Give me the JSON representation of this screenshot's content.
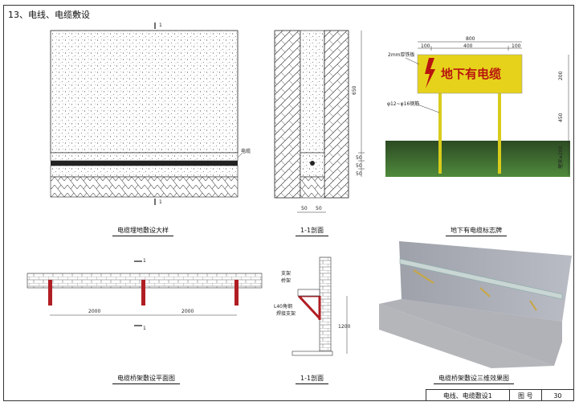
{
  "section_title": "13、电线、电缆敷设",
  "captions": {
    "burial_detail": "电缆埋地敷设大样",
    "section_1": "1-1剖面",
    "marker_3d": "地下有电缆标志牌",
    "bracket_plan": "电缆桥架敷设平面图",
    "section_2": "1-1剖面",
    "bracket_3d": "电缆桥架敷设三维效果图"
  },
  "burial_detail": {
    "cable_label": "电缆",
    "section_mark": "1"
  },
  "section_1": {
    "dim_650": "650",
    "dim_50a": "50",
    "dim_50b": "50",
    "dim_50c": "50",
    "bottom_dim_left": "50",
    "bottom_dim_right": "50"
  },
  "marker": {
    "sign_text": "地下有电缆",
    "plate_label": "2mm厚铁板",
    "post_label": "φ12~φ16钢筋",
    "dim_top": "800",
    "dim_100a": "100",
    "dim_400": "400",
    "dim_100b": "100",
    "dim_200": "200",
    "dim_450": "450",
    "dim_bottom": "埋深≥200"
  },
  "bracket_plan": {
    "dim_left": "2000",
    "dim_right": "2000",
    "section_mark": "1"
  },
  "section_2": {
    "label_a": "支架",
    "label_b": "桥架",
    "label_c": "L40角钢",
    "label_d": "焊接支架",
    "dim_1200": "1200"
  },
  "title_block": {
    "drawing_name": "电线、电缆敷设1",
    "label_drawing_no": "图 号",
    "page_no": "30"
  },
  "colors": {
    "bracket_red": "#b01e24",
    "sign_yellow": "#e6d21a",
    "grass_green": "#3f7a36",
    "panel_gray": "#a8a8b0"
  }
}
